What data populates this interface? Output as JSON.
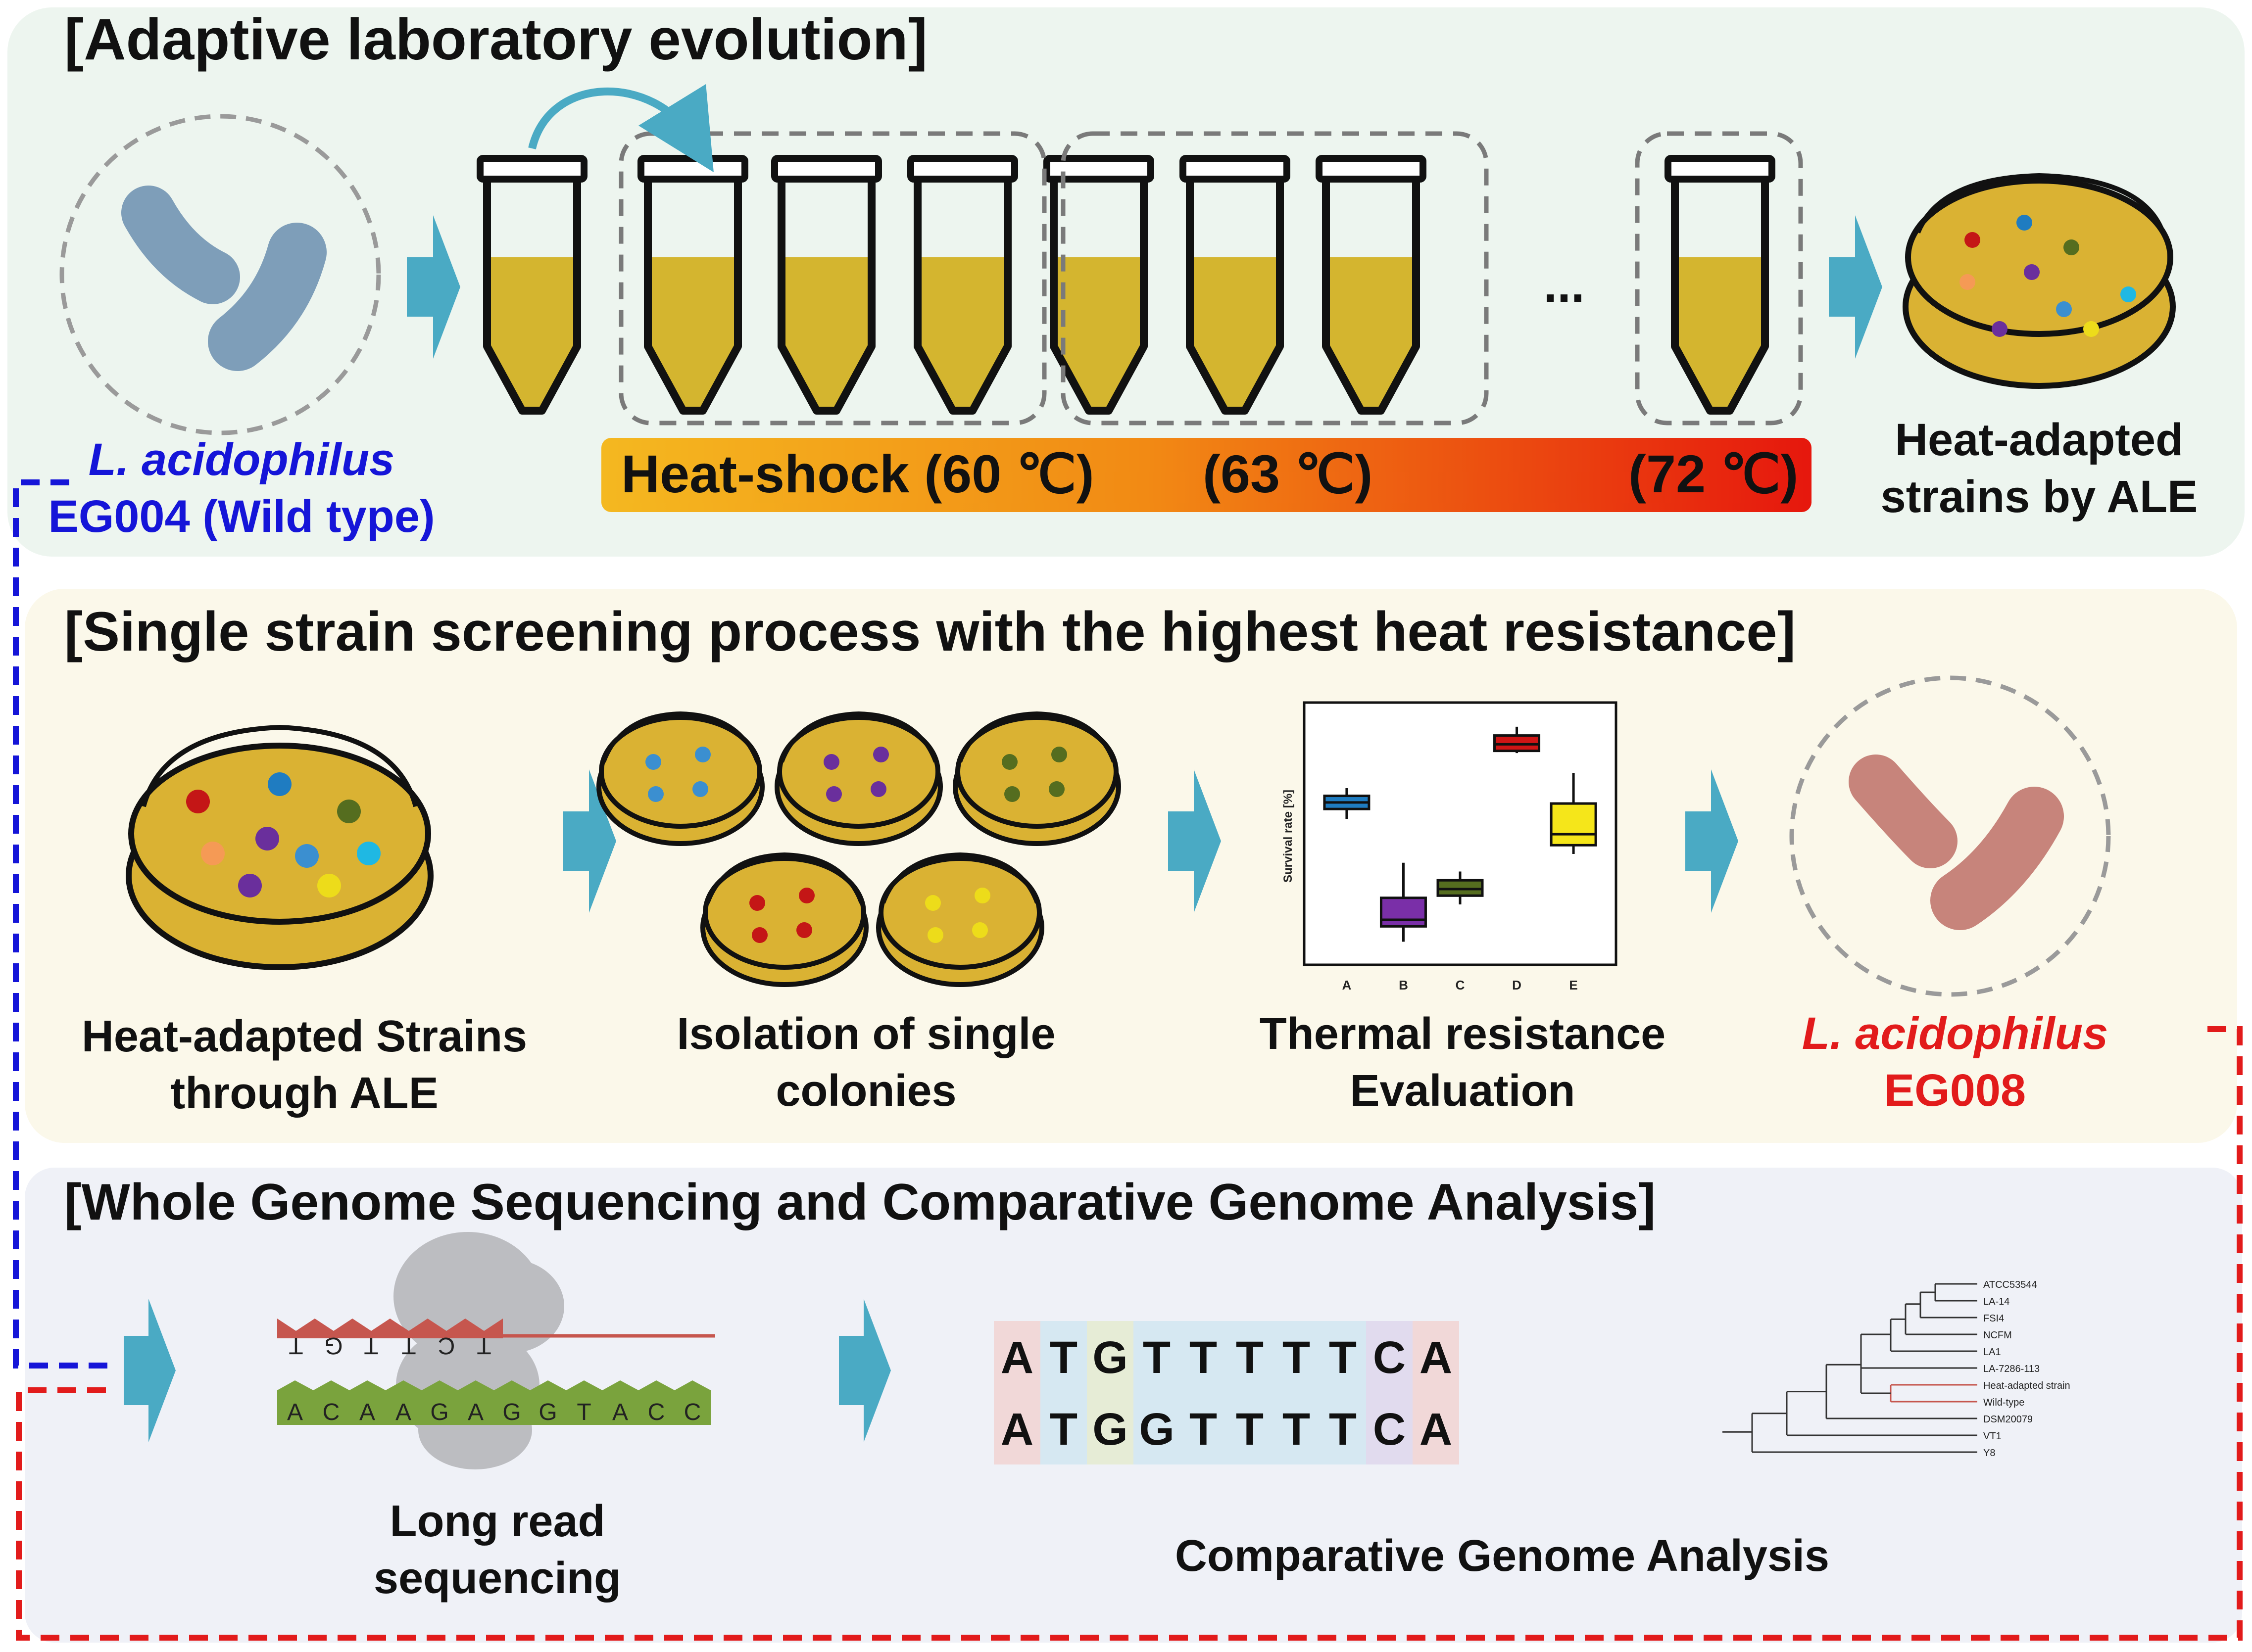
{
  "colors": {
    "panel1_bg": "#edf5ef",
    "panel2_bg": "#fbf8ea",
    "panel3_bg": "#eff1f7",
    "broth": "#d4b52f",
    "plate": "#dab233",
    "arrow": "#4aaac4",
    "wild_type_text": "#1515d8",
    "eg008_text": "#e21b1b",
    "wild_cell": "#7e9eb9",
    "eg008_cell": "#c7847b",
    "colony_colors": [
      "#c41616",
      "#1f7cc1",
      "#556d1f",
      "#f59a55",
      "#6a2f9c",
      "#3b8fd0",
      "#1fb8e3",
      "#eddc1a"
    ]
  },
  "sections": {
    "ale_title": "[Adaptive laboratory evolution]",
    "screening_title": "[Single strain screening process with the highest heat resistance]",
    "wgs_title": "[Whole Genome Sequencing and Comparative Genome Analysis]"
  },
  "ale": {
    "wild_type_species": "L. acidophilus",
    "wild_type_strain": "EG004 (Wild type)",
    "heatshock_label": "Heat-shock (60 ℃)",
    "temp_mid": "(63 ℃)",
    "temp_end": "(72 ℃)",
    "ellipsis": "...",
    "result_line1": "Heat-adapted",
    "result_line2": "strains by ALE"
  },
  "screening": {
    "step1_line1": "Heat-adapted Strains",
    "step1_line2": "through ALE",
    "step2_line1": "Isolation of single",
    "step2_line2": "colonies",
    "step3_line1": "Thermal resistance",
    "step3_line2": "Evaluation",
    "result_species": "L. acidophilus",
    "result_strain": "EG008",
    "boxplot": {
      "ylabel": "Survival rate [%]",
      "categories": [
        "A",
        "B",
        "C",
        "D",
        "E"
      ],
      "colors": [
        "#1f7cc1",
        "#7a2fa8",
        "#556d1f",
        "#d01515",
        "#f5e61a"
      ],
      "stats": [
        {
          "min": 0.62,
          "q1": 0.665,
          "median": 0.695,
          "q3": 0.725,
          "max": 0.76
        },
        {
          "min": 0.06,
          "q1": 0.13,
          "median": 0.16,
          "q3": 0.26,
          "max": 0.42
        },
        {
          "min": 0.23,
          "q1": 0.27,
          "median": 0.3,
          "q3": 0.34,
          "max": 0.38
        },
        {
          "min": 0.92,
          "q1": 0.93,
          "median": 0.96,
          "q3": 1.0,
          "max": 1.04
        },
        {
          "min": 0.46,
          "q1": 0.5,
          "median": 0.55,
          "q3": 0.69,
          "max": 0.83
        }
      ]
    }
  },
  "wgs": {
    "read_top": [
      "T",
      "G",
      "T",
      "T",
      "C",
      "T"
    ],
    "read_bottom": [
      "A",
      "C",
      "A",
      "A",
      "G",
      "A",
      "G",
      "G",
      "T",
      "A",
      "C",
      "C"
    ],
    "step1_line1": "Long read",
    "step1_line2": "sequencing",
    "seq1": [
      "A",
      "T",
      "G",
      "T",
      "T",
      "T",
      "T",
      "T",
      "C",
      "A"
    ],
    "seq2": [
      "A",
      "T",
      "G",
      "G",
      "T",
      "T",
      "T",
      "T",
      "C",
      "A"
    ],
    "step2_label": "Comparative Genome Analysis",
    "tree_leaves": [
      "ATCC53544",
      "LA-14",
      "FSI4",
      "NCFM",
      "LA1",
      "LA-7286-113",
      "Heat-adapted strain",
      "Wild-type",
      "DSM20079",
      "VT1",
      "Y8"
    ]
  }
}
